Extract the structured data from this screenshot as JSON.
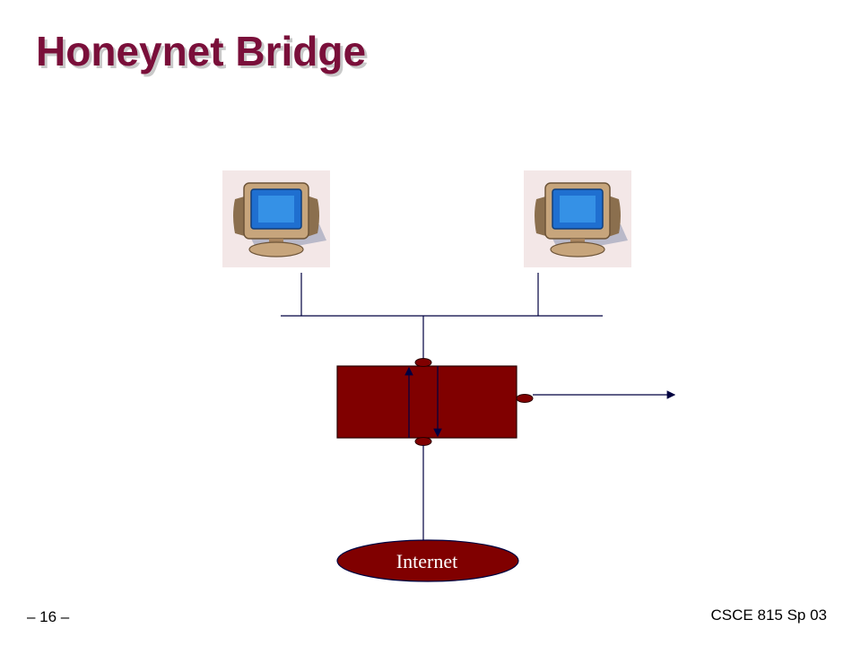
{
  "slide": {
    "title": "Honeynet Bridge",
    "page_number": "– 16 –",
    "course": "CSCE 815 Sp 03"
  },
  "diagram": {
    "nodes": {
      "computer_left": {
        "icon": "computer-icon"
      },
      "computer_right": {
        "icon": "computer-icon"
      },
      "bridge": {
        "icon": "bridge-box"
      },
      "internet": {
        "label": "Internet"
      }
    },
    "colors": {
      "bridge_fill": "#800000",
      "line": "#000040",
      "title": "#7a0f3a"
    }
  }
}
